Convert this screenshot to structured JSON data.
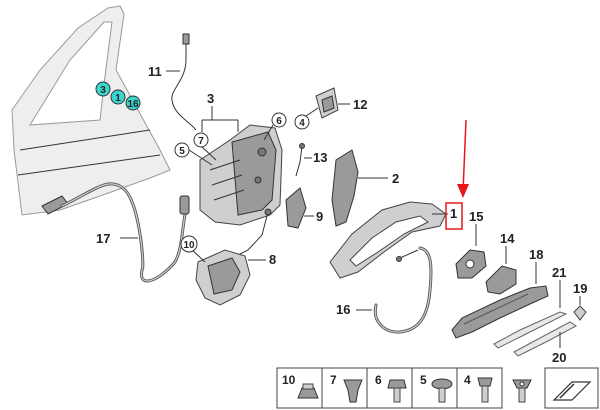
{
  "callouts": {
    "c1": "1",
    "c2": "2",
    "c3": "3",
    "c4": "4",
    "c5": "5",
    "c6": "6",
    "c7": "7",
    "c8": "8",
    "c9": "9",
    "c10": "10",
    "c11": "11",
    "c12": "12",
    "c13": "13",
    "c14": "14",
    "c15": "15",
    "c16": "16",
    "c17": "17",
    "c18": "18",
    "c19": "19",
    "c20": "20",
    "c21": "21"
  },
  "door_markers": {
    "m3": "3",
    "m1": "1",
    "m16": "16"
  },
  "legend": {
    "n10": "10",
    "n7": "7",
    "n6": "6",
    "n5": "5",
    "n4": "4"
  },
  "colors": {
    "highlight": "#e8161b",
    "teal": "#39d6d0"
  }
}
